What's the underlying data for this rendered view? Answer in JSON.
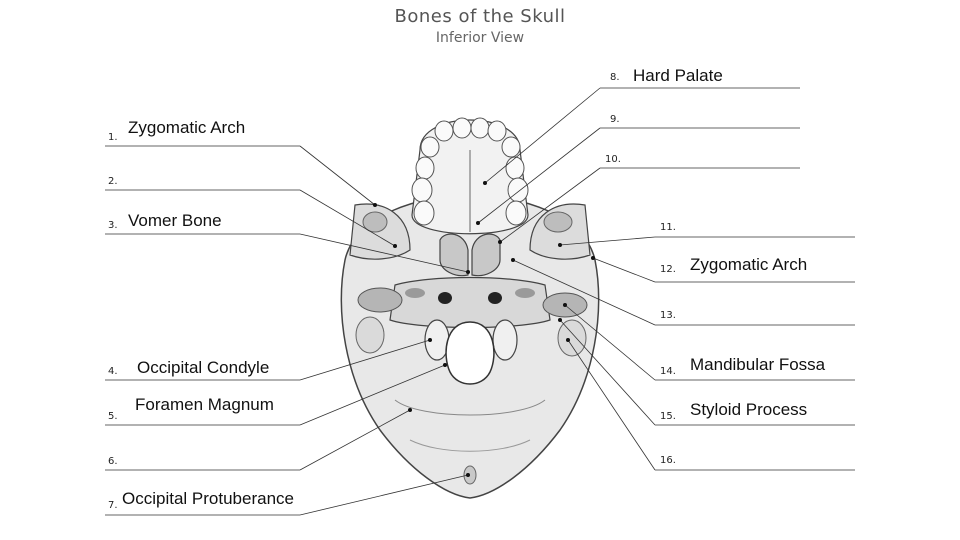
{
  "diagram": {
    "title": "Bones of the Skull",
    "subtitle": "Inferior View",
    "labels": [
      {
        "num": "1.",
        "text": "Zygomatic Arch"
      },
      {
        "num": "2.",
        "text": ""
      },
      {
        "num": "3.",
        "text": "Vomer Bone"
      },
      {
        "num": "4.",
        "text": "Occipital Condyle"
      },
      {
        "num": "5.",
        "text": "Foramen Magnum"
      },
      {
        "num": "6.",
        "text": ""
      },
      {
        "num": "7.",
        "text": "Occipital Protuberance"
      },
      {
        "num": "8.",
        "text": "Hard Palate"
      },
      {
        "num": "9.",
        "text": ""
      },
      {
        "num": "10.",
        "text": ""
      },
      {
        "num": "11.",
        "text": ""
      },
      {
        "num": "12.",
        "text": "Zygomatic Arch"
      },
      {
        "num": "13.",
        "text": ""
      },
      {
        "num": "14.",
        "text": "Mandibular Fossa"
      },
      {
        "num": "15.",
        "text": "Styloid Process"
      },
      {
        "num": "16.",
        "text": ""
      }
    ]
  }
}
